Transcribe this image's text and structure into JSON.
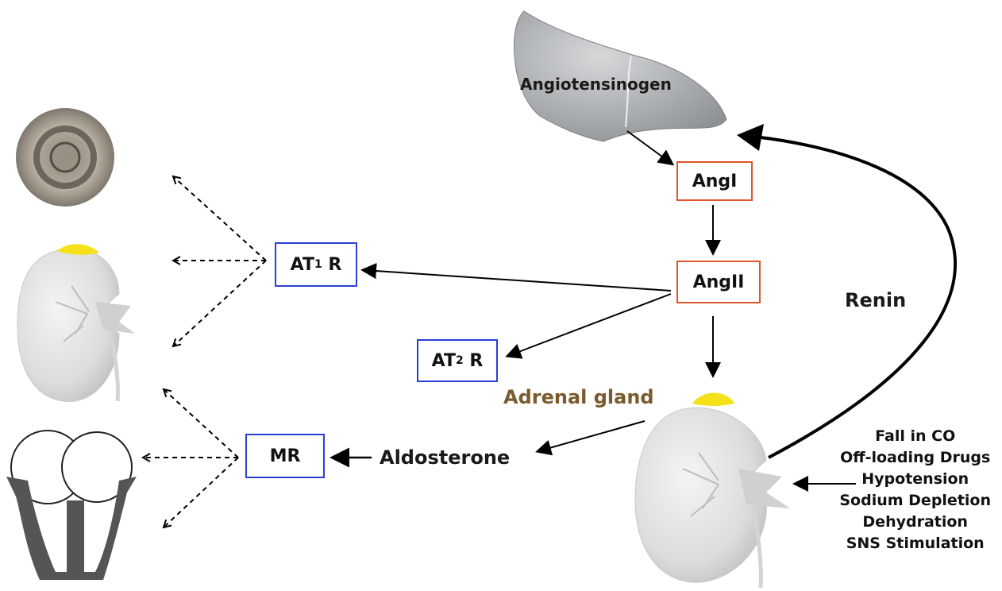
{
  "labels": {
    "angiotensinogen": "Angiotensinogen",
    "angI": "AngI",
    "angII": "AngII",
    "at1r": {
      "main": "AT",
      "sub": "1",
      "suffix": " R"
    },
    "at2r": {
      "main": "AT",
      "sub": "2",
      "suffix": " R"
    },
    "mr": "MR",
    "aldosterone": "Aldosterone",
    "adrenal_gland": "Adrenal gland",
    "renin": "Renin"
  },
  "stimuli": [
    "Fall in CO",
    "Off-loading Drugs",
    "Hypotension",
    "Sodium Depletion",
    "Dehydration",
    "SNS Stimulation"
  ],
  "colors": {
    "blue_box": "#2b3fd6",
    "red_box": "#e0552b",
    "adrenal_label": "#7a5a2e",
    "adrenal_gland_fill": "#f5e11a",
    "liver_fill": "#b9bcbf",
    "kidney_fill": "#e6e6e4",
    "heart_wall": "#555555"
  },
  "icons": [
    "liver-icon",
    "vessel-cross-section-icon",
    "kidney-icon",
    "heart-icon"
  ]
}
